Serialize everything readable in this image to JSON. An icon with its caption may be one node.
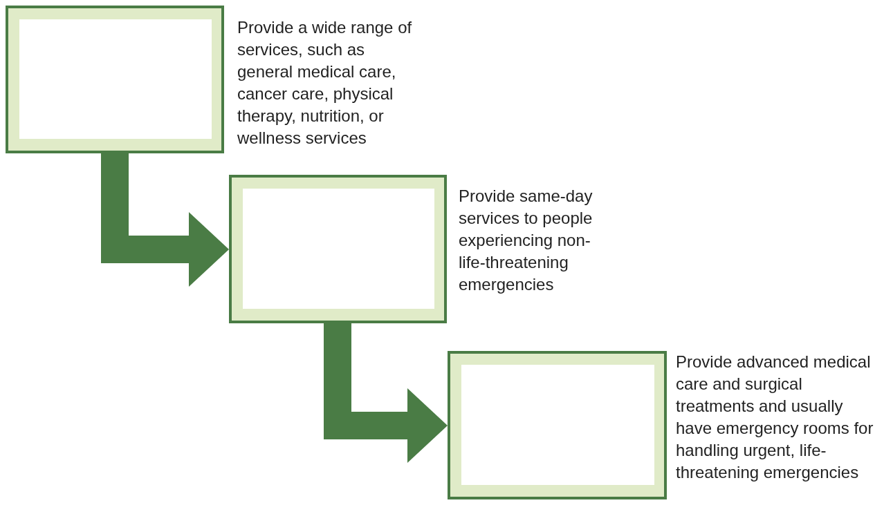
{
  "diagram": {
    "nodes": [
      {
        "text": [],
        "shape": "box",
        "beside": [
          "Provide a wide range of services, such as general medical care, cancer care, physical therapy, nutrition, or wellness services"
        ]
      },
      {
        "text": [],
        "shape": "box",
        "beside": [
          "Provide same-day services to people experiencing non-life-threatening emergencies"
        ]
      },
      {
        "text": [],
        "shape": "box",
        "beside": [
          "Provide advanced medical care and surgical treatments and usually have emergency rooms for handling urgent, life-threatening emergencies"
        ]
      }
    ],
    "edges": [
      {
        "from": 0,
        "to": 1,
        "arrow": "to"
      },
      {
        "from": 1,
        "to": 2,
        "arrow": "to"
      }
    ]
  }
}
